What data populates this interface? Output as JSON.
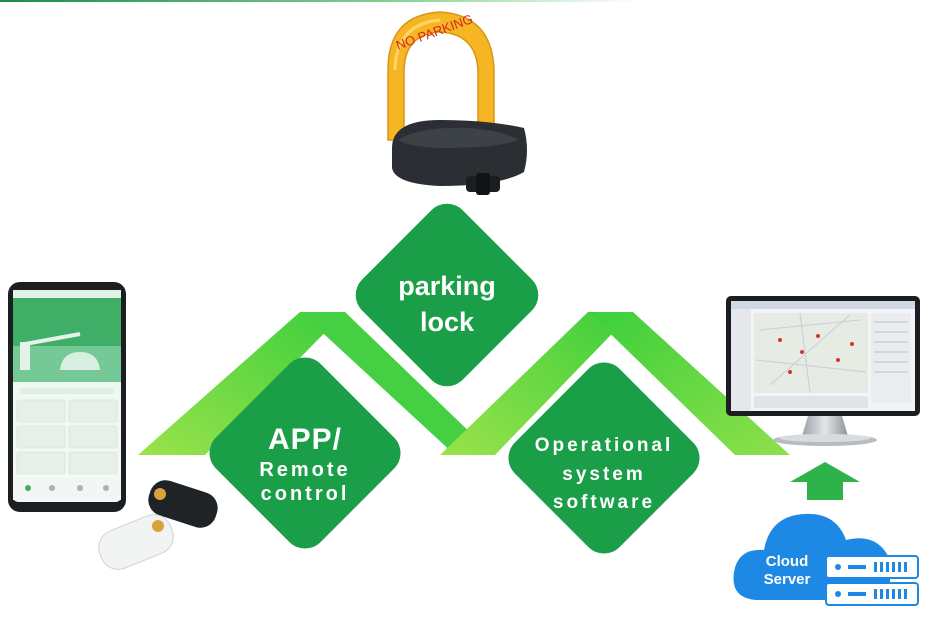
{
  "diagram": {
    "nodes": {
      "parking_lock": {
        "lines": [
          "parking",
          "lock"
        ]
      },
      "app_remote": {
        "lines": [
          "APP/",
          "Remote",
          "control"
        ]
      },
      "operational": {
        "lines": [
          "Operational",
          "system",
          "software"
        ]
      }
    },
    "lock_sign_text": "NO PARKING",
    "cloud_label_lines": [
      "Cloud",
      "Server"
    ]
  },
  "colors": {
    "diamond_green": "#1a9e47",
    "chevron_light": "#8ee04a",
    "chevron_bright": "#3fcf3f",
    "arrow_green": "#2db34a",
    "cloud_blue": "#1e88e5",
    "lock_yellow": "#f6b624",
    "lock_body": "#2b2f33"
  }
}
